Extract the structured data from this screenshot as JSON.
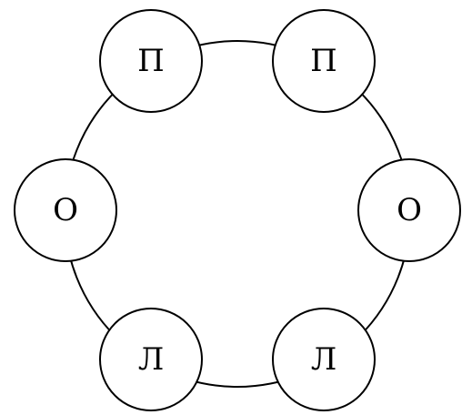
{
  "diagram": {
    "nodes": [
      {
        "label": "П"
      },
      {
        "label": "П"
      },
      {
        "label": "О"
      },
      {
        "label": "Л"
      },
      {
        "label": "Л"
      },
      {
        "label": "О"
      }
    ]
  }
}
